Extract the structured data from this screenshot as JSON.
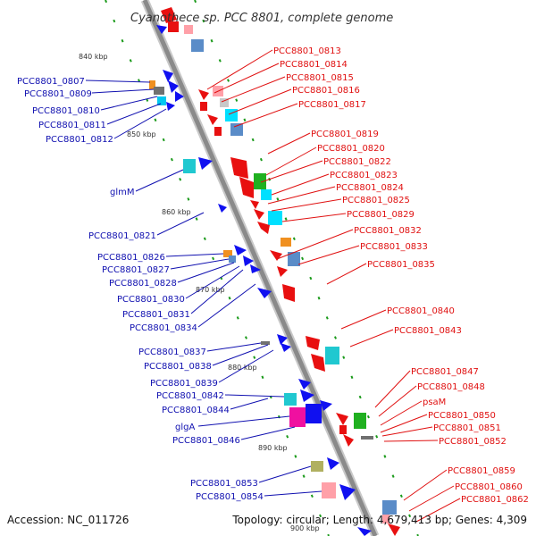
{
  "title": "Cyanothece sp. PCC 8801, complete genome",
  "footer": {
    "accession": "Accession: NC_011726",
    "topology": "Topology: circular; Length: 4,679,413 bp; Genes: 4,309"
  },
  "ticks": [
    "840 kbp",
    "850 kbp",
    "860 kbp",
    "870 kbp",
    "880 kbp",
    "890 kbp",
    "900 kbp"
  ],
  "left_genes": [
    "PCC8801_0807",
    "PCC8801_0809",
    "PCC8801_0810",
    "PCC8801_0811",
    "PCC8801_0812",
    "glmM",
    "PCC8801_0821",
    "PCC8801_0826",
    "PCC8801_0827",
    "PCC8801_0828",
    "PCC8801_0830",
    "PCC8801_0831",
    "PCC8801_0834",
    "PCC8801_0837",
    "PCC8801_0838",
    "PCC8801_0839",
    "PCC8801_0842",
    "PCC8801_0844",
    "glgA",
    "PCC8801_0846",
    "PCC8801_0853",
    "PCC8801_0854"
  ],
  "right_genes": [
    "PCC8801_0813",
    "PCC8801_0814",
    "PCC8801_0815",
    "PCC8801_0816",
    "PCC8801_0817",
    "PCC8801_0819",
    "PCC8801_0820",
    "PCC8801_0822",
    "PCC8801_0823",
    "PCC8801_0824",
    "PCC8801_0825",
    "PCC8801_0829",
    "PCC8801_0832",
    "PCC8801_0833",
    "PCC8801_0835",
    "PCC8801_0840",
    "PCC8801_0843",
    "PCC8801_0847",
    "PCC8801_0848",
    "psaM",
    "PCC8801_0850",
    "PCC8801_0851",
    "PCC8801_0852",
    "PCC8801_0859",
    "PCC8801_0860",
    "PCC8801_0862"
  ],
  "colors": {
    "backbone": "#8a8a8a",
    "left_label": "#1010b0",
    "right_label": "#e01010",
    "forward_gene": "#e81010",
    "reverse_gene": "#1010f0",
    "tick": "#1a9a1a"
  }
}
